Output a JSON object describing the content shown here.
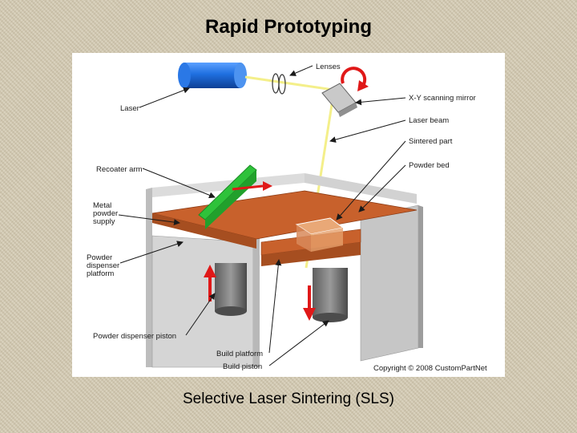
{
  "slide": {
    "title": "Rapid Prototyping",
    "caption": "Selective Laser Sintering (SLS)"
  },
  "figure": {
    "labels": {
      "lenses": "Lenses",
      "laser": "Laser",
      "xy_mirror": "X-Y scanning mirror",
      "laser_beam": "Laser beam",
      "sintered_part": "Sintered part",
      "powder_bed": "Powder bed",
      "recoater_arm": "Recoater arm",
      "metal_powder_1": "Metal",
      "metal_powder_2": "powder",
      "metal_powder_3": "supply",
      "dispenser_platform_1": "Powder",
      "dispenser_platform_2": "dispenser",
      "dispenser_platform_3": "platform",
      "dispenser_piston": "Powder dispenser piston",
      "build_platform": "Build platform",
      "build_piston": "Build piston"
    },
    "copyright": "Copyright © 2008 CustomPartNet",
    "colors": {
      "laser_body": "#1f6fe0",
      "powder": "#c8612c",
      "recoater": "#2ec23a",
      "beam": "#f4ef8a",
      "arrow_red": "#e01818",
      "wall_gray": "#cfcfcf"
    }
  }
}
